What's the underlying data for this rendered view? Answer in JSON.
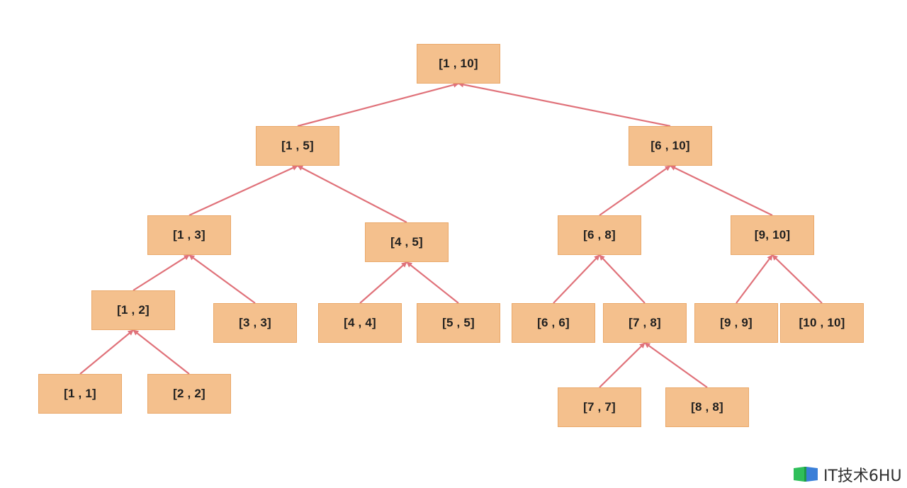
{
  "tree": {
    "nodes": [
      {
        "id": "n1-10",
        "label": "[1 , 10]",
        "parent": null
      },
      {
        "id": "n1-5",
        "label": "[1 , 5]",
        "parent": "n1-10"
      },
      {
        "id": "n6-10",
        "label": "[6 , 10]",
        "parent": "n1-10"
      },
      {
        "id": "n1-3",
        "label": "[1 , 3]",
        "parent": "n1-5"
      },
      {
        "id": "n4-5",
        "label": "[4 , 5]",
        "parent": "n1-5"
      },
      {
        "id": "n6-8",
        "label": "[6 , 8]",
        "parent": "n6-10"
      },
      {
        "id": "n9-10",
        "label": "[9, 10]",
        "parent": "n6-10"
      },
      {
        "id": "n1-2",
        "label": "[1 , 2]",
        "parent": "n1-3"
      },
      {
        "id": "n3-3",
        "label": "[3 , 3]",
        "parent": "n1-3"
      },
      {
        "id": "n4-4",
        "label": "[4 , 4]",
        "parent": "n4-5"
      },
      {
        "id": "n5-5",
        "label": "[5 , 5]",
        "parent": "n4-5"
      },
      {
        "id": "n6-6",
        "label": "[6 , 6]",
        "parent": "n6-8"
      },
      {
        "id": "n7-8",
        "label": "[7 , 8]",
        "parent": "n6-8"
      },
      {
        "id": "n9-9",
        "label": "[9 , 9]",
        "parent": "n9-10"
      },
      {
        "id": "n10-10",
        "label": "[10 , 10]",
        "parent": "n9-10"
      },
      {
        "id": "n1-1",
        "label": "[1 , 1]",
        "parent": "n1-2"
      },
      {
        "id": "n2-2",
        "label": "[2 , 2]",
        "parent": "n1-2"
      },
      {
        "id": "n7-7",
        "label": "[7 , 7]",
        "parent": "n7-8"
      },
      {
        "id": "n8-8",
        "label": "[8 , 8]",
        "parent": "n7-8"
      }
    ]
  },
  "colors": {
    "node_fill": "#f4c08d",
    "node_border": "#eaa869",
    "edge": "#e0727a",
    "watermark_green": "#2fbf5a",
    "watermark_blue": "#3a7fd8"
  },
  "watermark": {
    "text": "IT技术6HU",
    "icon": "book-logo-icon"
  }
}
